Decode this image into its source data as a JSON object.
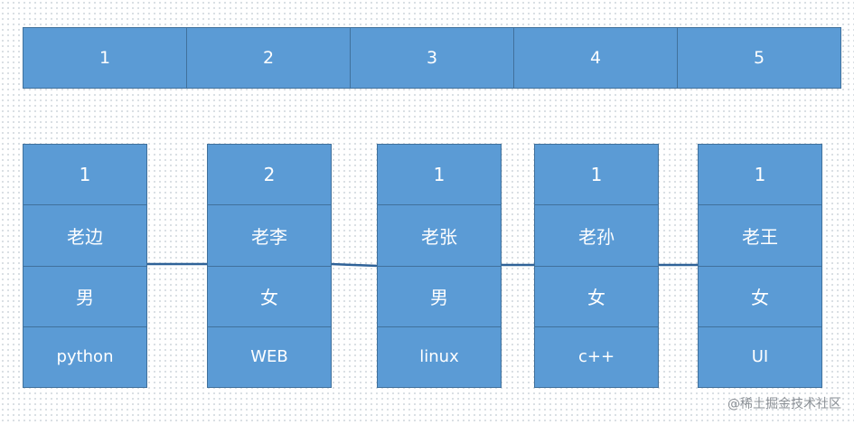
{
  "header": {
    "cells": [
      "1",
      "2",
      "3",
      "4",
      "5"
    ]
  },
  "records": [
    {
      "count": "1",
      "name": "老边",
      "gender": "男",
      "skill": "python"
    },
    {
      "count": "2",
      "name": "老李",
      "gender": "女",
      "skill": "WEB"
    },
    {
      "count": "1",
      "name": "老张",
      "gender": "男",
      "skill": "linux"
    },
    {
      "count": "1",
      "name": "老孙",
      "gender": "女",
      "skill": "c++"
    },
    {
      "count": "1",
      "name": "老王",
      "gender": "女",
      "skill": "UI"
    }
  ],
  "watermark": "@稀土掘金技术社区",
  "colors": {
    "fill": "#5b9bd5",
    "border": "#41719c",
    "link": "#2f6298"
  }
}
